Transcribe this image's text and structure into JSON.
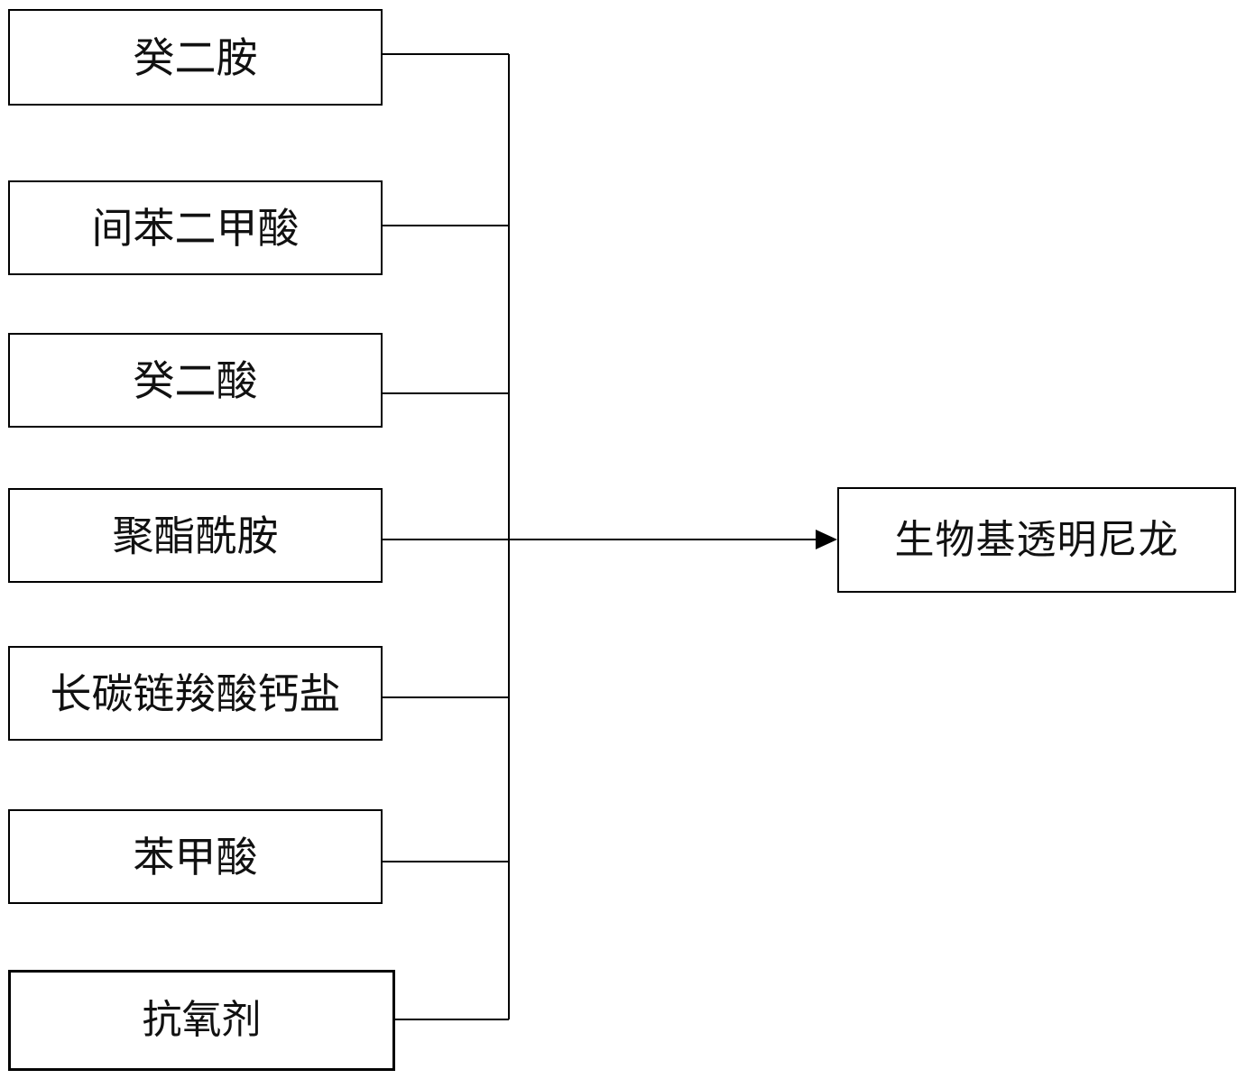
{
  "inputs": [
    {
      "label": "癸二胺"
    },
    {
      "label": "间苯二甲酸"
    },
    {
      "label": "癸二酸"
    },
    {
      "label": "聚酯酰胺"
    },
    {
      "label": "长碳链羧酸钙盐"
    },
    {
      "label": "苯甲酸"
    },
    {
      "label": "抗氧剂"
    }
  ],
  "output": {
    "label": "生物基透明尼龙"
  },
  "colors": {
    "line": "#000000",
    "box_border": "#000000",
    "text": "#111111",
    "background": "#ffffff"
  }
}
